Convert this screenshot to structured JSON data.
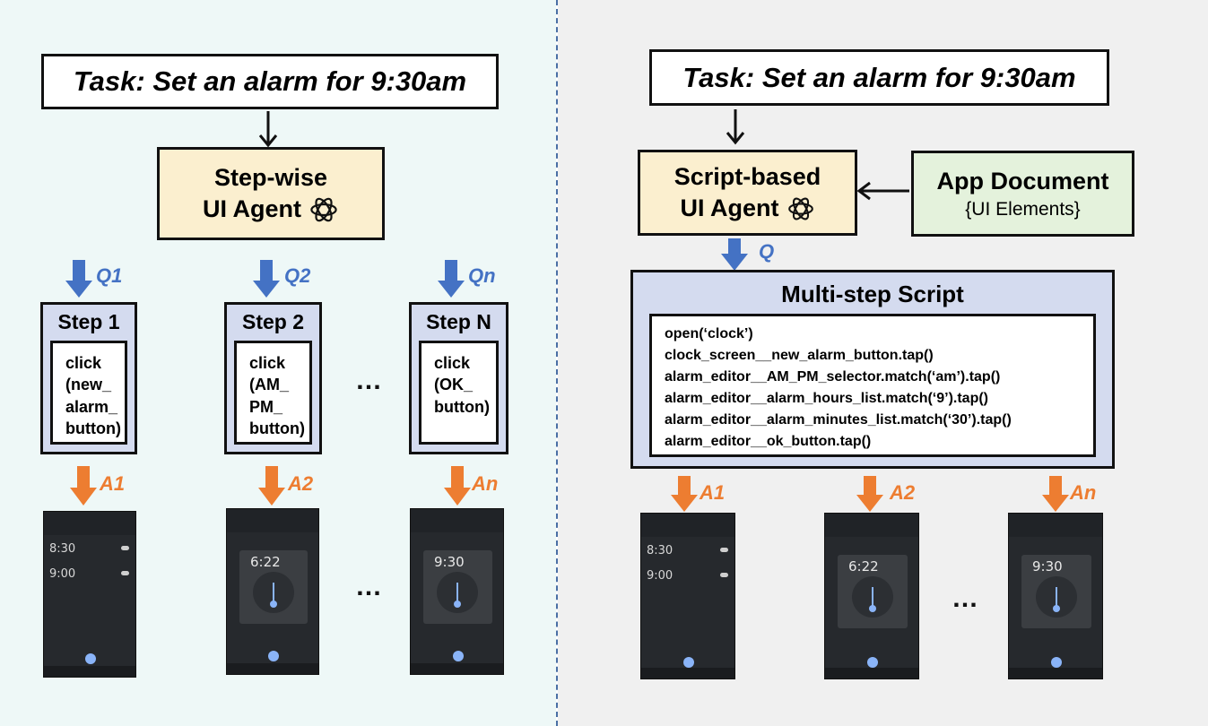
{
  "colors": {
    "left_bg": "#eef8f7",
    "right_bg": "#f0f0f0",
    "agent_fill": "#fbefcf",
    "doc_fill": "#e4f2dc",
    "step_fill": "#d4dbef",
    "query_arrow": "#4472c4",
    "action_arrow": "#ed7d31"
  },
  "left": {
    "task": "Task: Set an alarm for 9:30am",
    "agent_line1": "Step-wise",
    "agent_line2": "UI Agent",
    "agent_icon": "openai-logo-icon",
    "steps": [
      {
        "query": "Q1",
        "title": "Step 1",
        "body": "click\n(new_\nalarm_\nbutton)",
        "action": "A1"
      },
      {
        "query": "Q2",
        "title": "Step 2",
        "body": "click\n(AM_\nPM_\nbutton)",
        "action": "A2"
      },
      {
        "query": "Qn",
        "title": "Step N",
        "body": "click\n(OK_\nbutton)",
        "action": "An"
      }
    ],
    "ellipsis": "…"
  },
  "right": {
    "task": "Task: Set an alarm for 9:30am",
    "agent_line1": "Script-based",
    "agent_line2": "UI Agent",
    "agent_icon": "openai-logo-icon",
    "doc_title": "App Document",
    "doc_sub": "{UI Elements}",
    "query": "Q",
    "script_title": "Multi-step Script",
    "script_lines": [
      "open(‘clock’)",
      "clock_screen__new_alarm_button.tap()",
      "alarm_editor__AM_PM_selector.match(‘am’).tap()",
      "alarm_editor__alarm_hours_list.match(‘9’).tap()",
      "alarm_editor__alarm_minutes_list.match(‘30’).tap()",
      "alarm_editor__ok_button.tap()"
    ],
    "actions": [
      "A1",
      "A2",
      "An"
    ],
    "ellipsis": "…"
  },
  "phones": {
    "alarm_1": "8:30",
    "alarm_2": "9:00",
    "dialog_time_1": "6:22",
    "dialog_time_2": "9:30"
  }
}
